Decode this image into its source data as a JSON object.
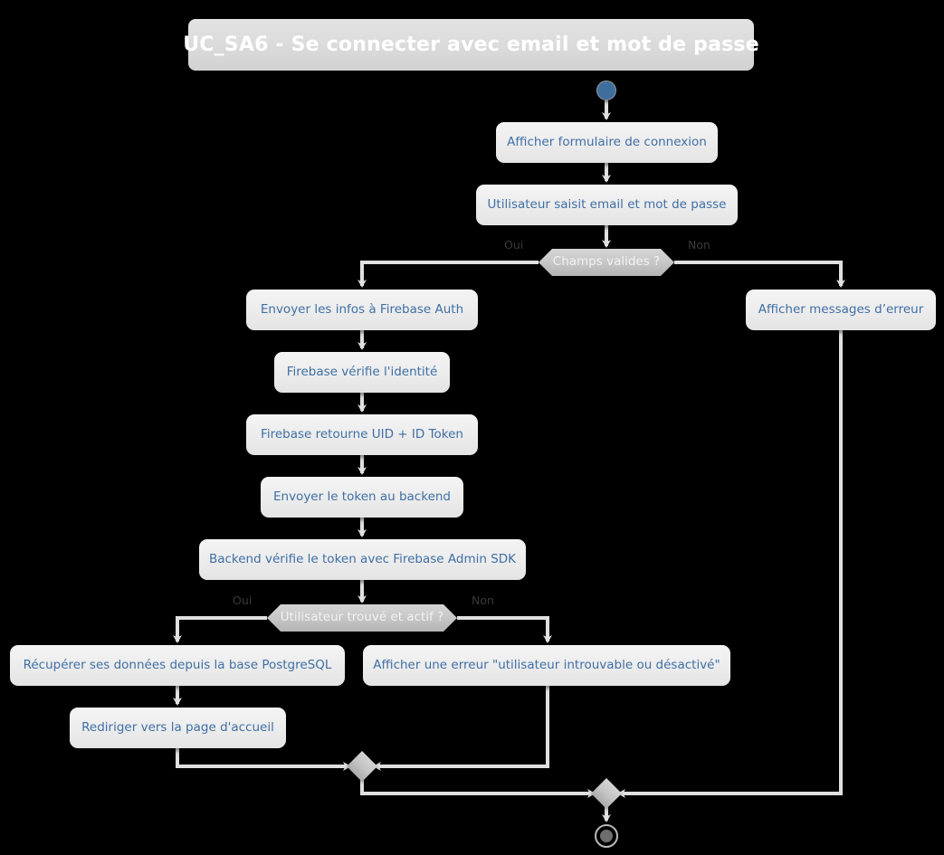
{
  "diagram": {
    "type": "uml-activity-diagram",
    "title": "UC_SA6 - Se connecter avec email et mot de passe",
    "background_color": "#000000",
    "node_fill_color": "#eeeeee",
    "node_text_color": "#3f6fa5",
    "decision_fill_color": "#c8c8c8",
    "decision_text_color": "#f2f2f2",
    "edge_color": "#e0e0e0",
    "start_node_color": "#3d6e9e",
    "title_bar_color": "#dcdcdc",
    "title_text_color": "#ffffff"
  },
  "nodes": {
    "start": {
      "name": "start",
      "kind": "initial-node"
    },
    "a1": {
      "label": "Afficher formulaire de connexion"
    },
    "a2": {
      "label": "Utilisateur saisit email et mot de passe"
    },
    "d1": {
      "label": "Champs valides ?"
    },
    "a3": {
      "label": "Envoyer les infos à Firebase Auth"
    },
    "a4": {
      "label": "Firebase vérifie l'identité"
    },
    "a5": {
      "label": "Firebase retourne UID + ID Token"
    },
    "a6": {
      "label": "Envoyer le token au backend"
    },
    "a7": {
      "label": "Backend vérifie le token avec Firebase Admin SDK"
    },
    "d2": {
      "label": "Utilisateur trouvé et actif ?"
    },
    "a8": {
      "label": "Récupérer ses données depuis la base PostgreSQL"
    },
    "a9": {
      "label": "Rediriger vers la page d'accueil"
    },
    "a10": {
      "label": "Afficher une erreur \"utilisateur introuvable ou désactivé\""
    },
    "a11": {
      "label": "Afficher messages d’erreur"
    },
    "merge1": {
      "name": "merge-inner",
      "kind": "merge-node"
    },
    "merge2": {
      "name": "merge-outer",
      "kind": "merge-node"
    },
    "end": {
      "name": "end",
      "kind": "final-node"
    }
  },
  "branch_labels": {
    "d1_yes": "Oui",
    "d1_no": "Non",
    "d2_yes": "Oui",
    "d2_no": "Non"
  }
}
